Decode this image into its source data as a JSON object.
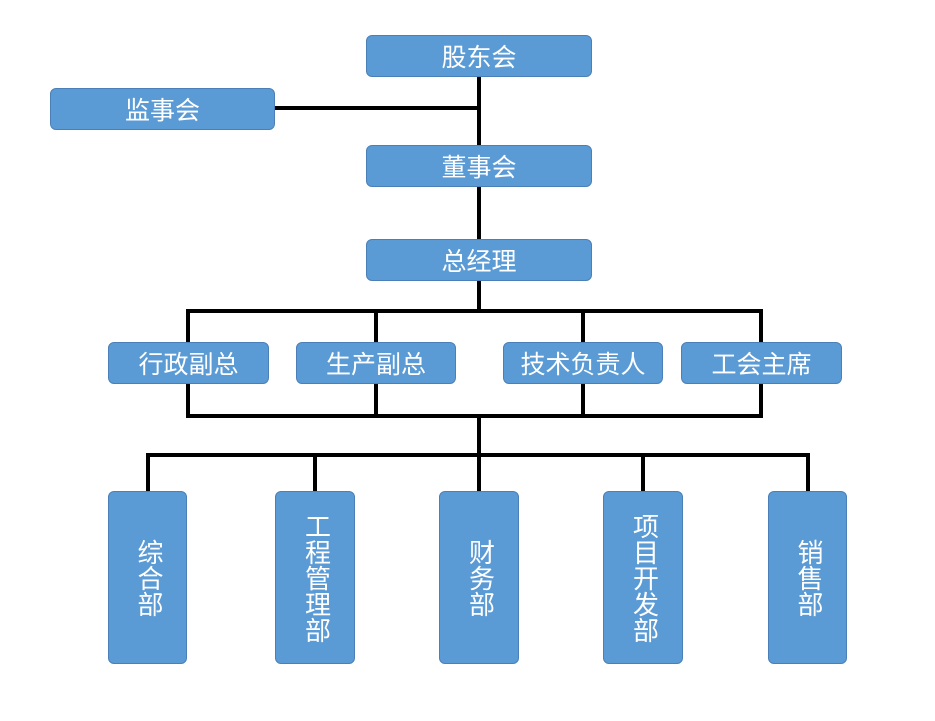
{
  "colors": {
    "box_fill": "#5b9bd5",
    "box_border": "#4a7fb8",
    "line": "#000000",
    "text": "#ffffff"
  },
  "org": {
    "shareholders": "股东会",
    "supervisors": "监事会",
    "board": "董事会",
    "gm": "总经理",
    "vp_admin": "行政副总",
    "vp_production": "生产副总",
    "tech_lead": "技术负责人",
    "union_chair": "工会主席",
    "dept_general": "综合部",
    "dept_engineering": "工程管理部",
    "dept_finance": "财务部",
    "dept_project": "项目开发部",
    "dept_sales": "销售部"
  }
}
